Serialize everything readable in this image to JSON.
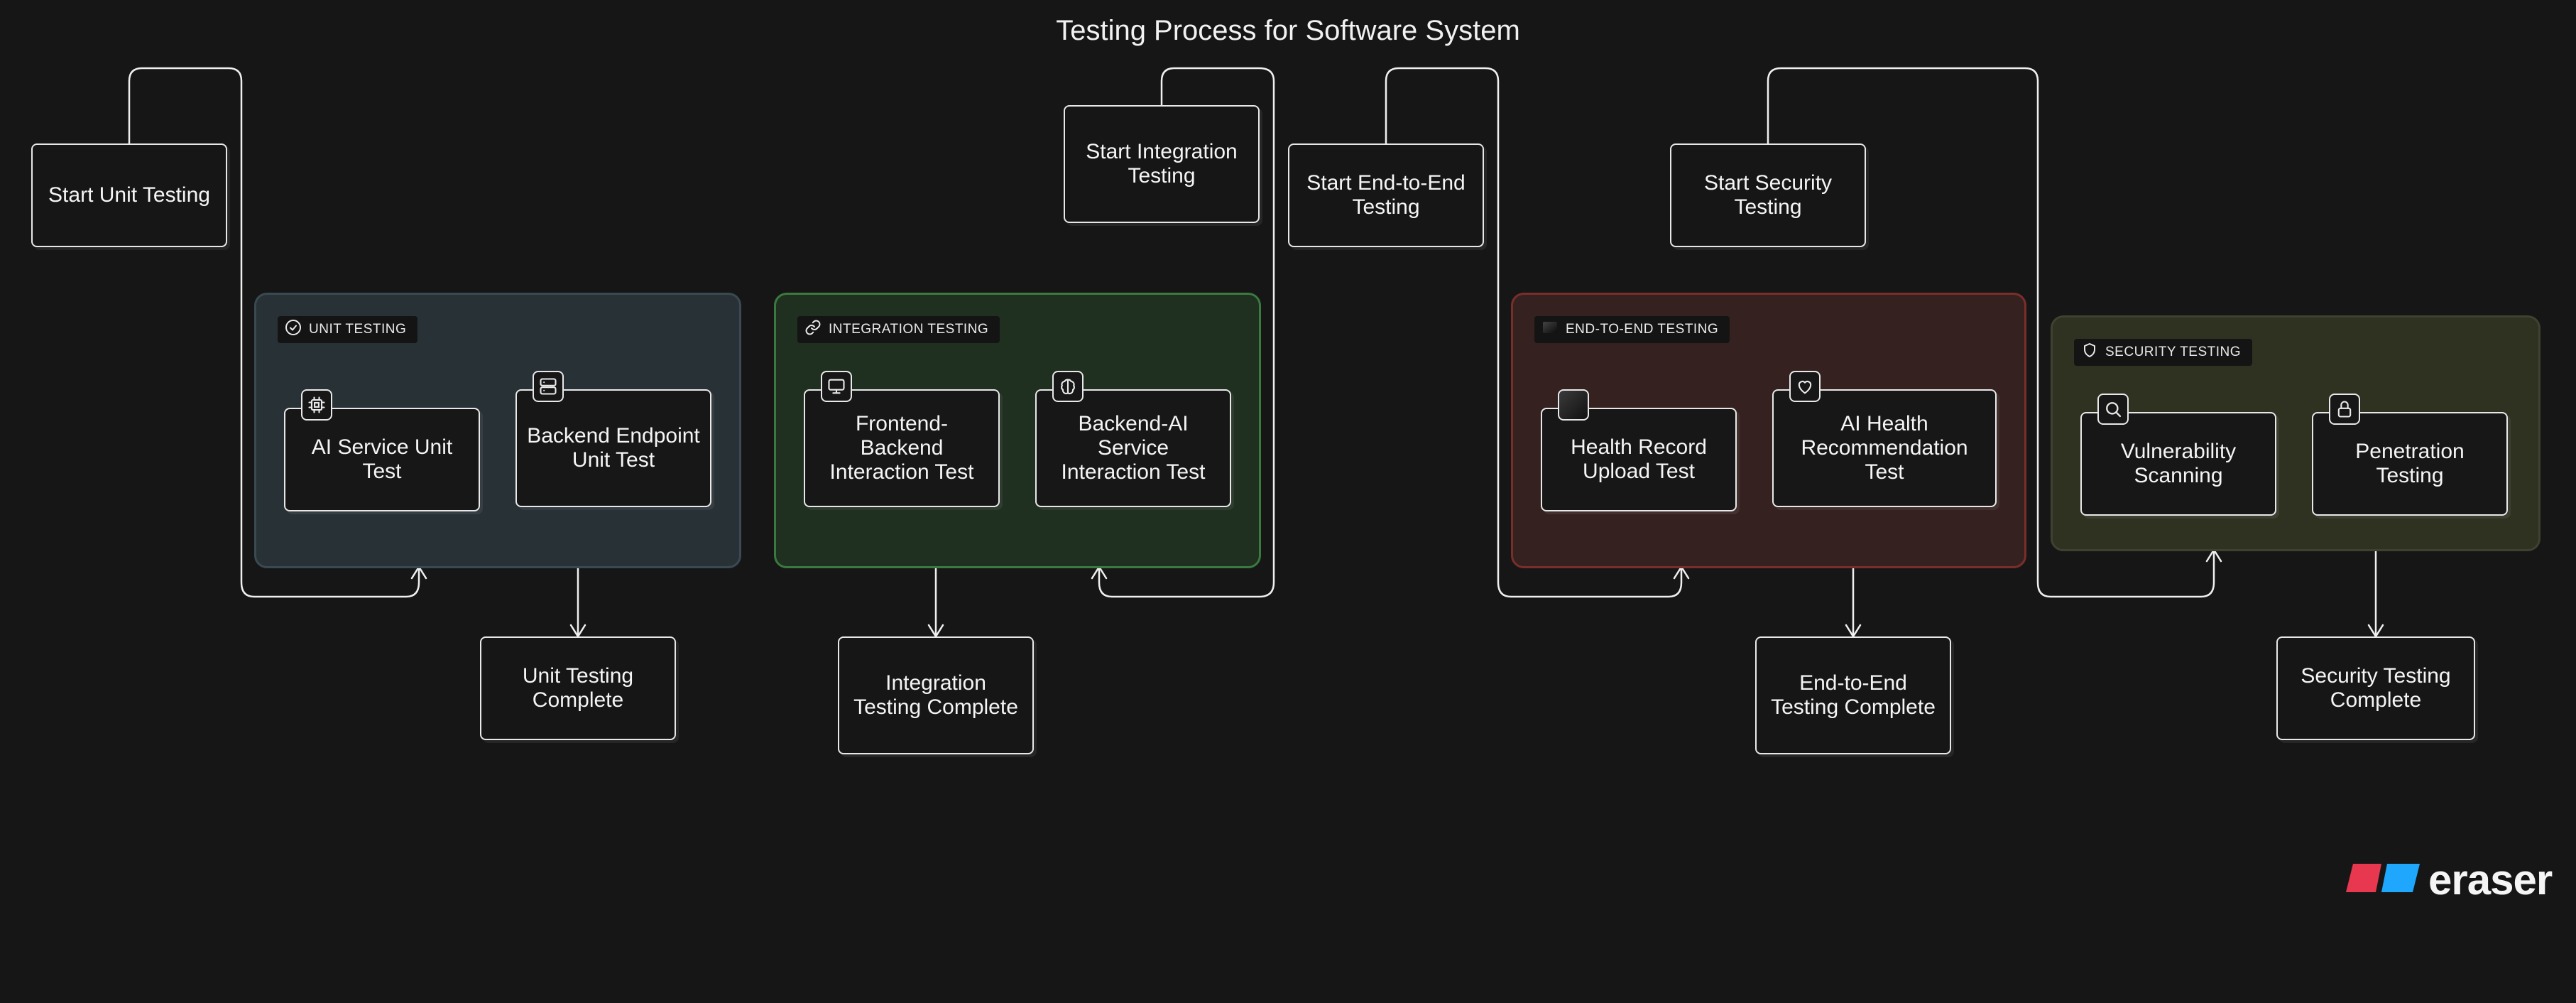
{
  "title": "Testing Process for Software System",
  "groups": {
    "unit": {
      "label": "UNIT TESTING",
      "icon": "check-circle-icon"
    },
    "integration": {
      "label": "INTEGRATION TESTING",
      "icon": "link-icon"
    },
    "e2e": {
      "label": "END-TO-END TESTING",
      "icon": "gradient-square-icon"
    },
    "security": {
      "label": "SECURITY TESTING",
      "icon": "shield-icon"
    }
  },
  "nodes": {
    "start_unit": "Start Unit Testing",
    "ai_service_unit": "AI Service Unit Test",
    "backend_endpoint_unit": "Backend Endpoint Unit Test",
    "unit_complete": "Unit Testing Complete",
    "start_integration": "Start Integration Testing",
    "frontend_backend": "Frontend-Backend Interaction Test",
    "backend_ai": "Backend-AI Service Interaction Test",
    "integration_complete": "Integration Testing Complete",
    "start_e2e": "Start End-to-End Testing",
    "health_record": "Health Record Upload Test",
    "ai_health_rec": "AI Health Recommendation Test",
    "e2e_complete": "End-to-End Testing Complete",
    "start_security": "Start Security Testing",
    "vulnerability": "Vulnerability Scanning",
    "penetration": "Penetration Testing",
    "security_complete": "Security Testing Complete"
  },
  "node_icons": {
    "ai_service_unit": "cpu-icon",
    "backend_endpoint_unit": "server-icon",
    "frontend_backend": "monitor-icon",
    "backend_ai": "brain-icon",
    "health_record": "gradient-square-icon",
    "ai_health_rec": "heart-icon",
    "vulnerability": "search-icon",
    "penetration": "lock-icon"
  },
  "logo": {
    "text": "eraser",
    "colors": [
      "#e8384f",
      "#1ea7fd"
    ]
  },
  "colors": {
    "background": "#161616",
    "unit_group": "#283136",
    "integration_group": "#1f2f20",
    "e2e_group": "#352220",
    "security_group": "#2f3121"
  }
}
